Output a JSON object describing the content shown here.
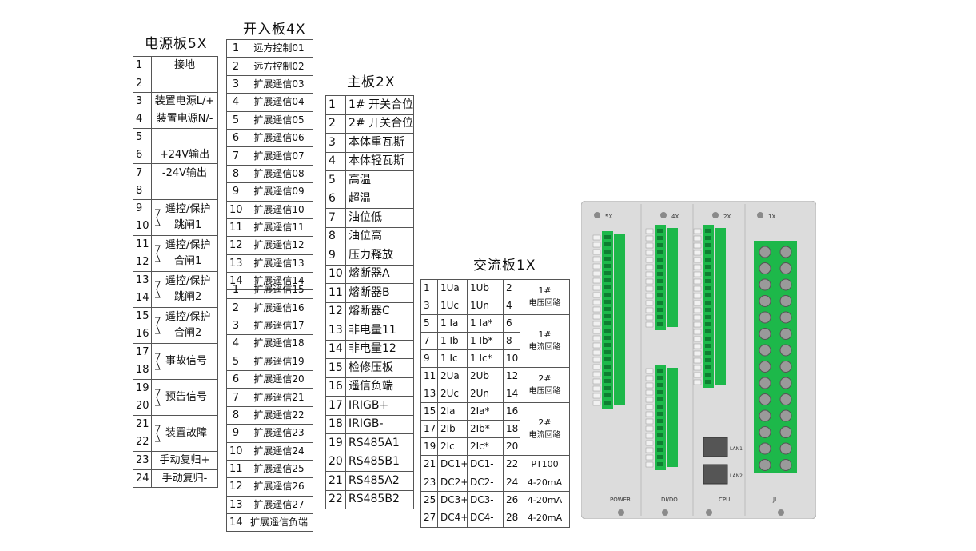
{
  "power_board": {
    "title": "电源板5X",
    "rows": [
      {
        "no": "1",
        "label": "接地"
      },
      {
        "no": "2",
        "label": ""
      },
      {
        "no": "3",
        "label": "装置电源L/+"
      },
      {
        "no": "4",
        "label": "装置电源N/-"
      },
      {
        "no": "5",
        "label": ""
      },
      {
        "no": "6",
        "label": "+24V输出"
      },
      {
        "no": "7",
        "label": "-24V输出"
      },
      {
        "no": "8",
        "label": ""
      }
    ],
    "pairs": [
      {
        "a": "9",
        "b": "10",
        "l1": "遥控/保护",
        "l2": "跳闸1"
      },
      {
        "a": "11",
        "b": "12",
        "l1": "遥控/保护",
        "l2": "合闸1"
      },
      {
        "a": "13",
        "b": "14",
        "l1": "遥控/保护",
        "l2": "跳闸2"
      },
      {
        "a": "15",
        "b": "16",
        "l1": "遥控/保护",
        "l2": "合闸2"
      },
      {
        "a": "17",
        "b": "18",
        "l1": "事故信号",
        "l2": ""
      },
      {
        "a": "19",
        "b": "20",
        "l1": "预告信号",
        "l2": ""
      },
      {
        "a": "21",
        "b": "22",
        "l1": "装置故障",
        "l2": ""
      }
    ],
    "tail": [
      {
        "no": "23",
        "label": "手动复归+"
      },
      {
        "no": "24",
        "label": "手动复归-"
      }
    ]
  },
  "input_board": {
    "title": "开入板4X",
    "group1": [
      {
        "no": "1",
        "label": "远方控制01"
      },
      {
        "no": "2",
        "label": "远方控制02"
      },
      {
        "no": "3",
        "label": "扩展遥信03"
      },
      {
        "no": "4",
        "label": "扩展遥信04"
      },
      {
        "no": "5",
        "label": "扩展遥信05"
      },
      {
        "no": "6",
        "label": "扩展遥信06"
      },
      {
        "no": "7",
        "label": "扩展遥信07"
      },
      {
        "no": "8",
        "label": "扩展遥信08"
      },
      {
        "no": "9",
        "label": "扩展遥信09"
      },
      {
        "no": "10",
        "label": "扩展遥信10"
      },
      {
        "no": "11",
        "label": "扩展遥信11"
      },
      {
        "no": "12",
        "label": "扩展遥信12"
      },
      {
        "no": "13",
        "label": "扩展遥信13"
      },
      {
        "no": "14",
        "label": "扩展遥信14"
      }
    ],
    "group2": [
      {
        "no": "1",
        "label": "扩展遥信15"
      },
      {
        "no": "2",
        "label": "扩展遥信16"
      },
      {
        "no": "3",
        "label": "扩展遥信17"
      },
      {
        "no": "4",
        "label": "扩展遥信18"
      },
      {
        "no": "5",
        "label": "扩展遥信19"
      },
      {
        "no": "6",
        "label": "扩展遥信20"
      },
      {
        "no": "7",
        "label": "扩展遥信21"
      },
      {
        "no": "8",
        "label": "扩展遥信22"
      },
      {
        "no": "9",
        "label": "扩展遥信23"
      },
      {
        "no": "10",
        "label": "扩展遥信24"
      },
      {
        "no": "11",
        "label": "扩展遥信25"
      },
      {
        "no": "12",
        "label": "扩展遥信26"
      },
      {
        "no": "13",
        "label": "扩展遥信27"
      },
      {
        "no": "14",
        "label": "扩展遥信负端"
      }
    ]
  },
  "main_board": {
    "title": "主板2X",
    "rows": [
      {
        "no": "1",
        "label": "1# 开关合位"
      },
      {
        "no": "2",
        "label": "2# 开关合位"
      },
      {
        "no": "3",
        "label": "本体重瓦斯"
      },
      {
        "no": "4",
        "label": "本体轻瓦斯"
      },
      {
        "no": "5",
        "label": "高温"
      },
      {
        "no": "6",
        "label": "超温"
      },
      {
        "no": "7",
        "label": "油位低"
      },
      {
        "no": "8",
        "label": "油位高"
      },
      {
        "no": "9",
        "label": "压力释放"
      },
      {
        "no": "10",
        "label": "熔断器A"
      },
      {
        "no": "11",
        "label": "熔断器B"
      },
      {
        "no": "12",
        "label": "熔断器C"
      },
      {
        "no": "13",
        "label": "非电量11"
      },
      {
        "no": "14",
        "label": "非电量12"
      },
      {
        "no": "15",
        "label": "检修压板"
      },
      {
        "no": "16",
        "label": "遥信负端"
      },
      {
        "no": "17",
        "label": "IRIGB+"
      },
      {
        "no": "18",
        "label": "IRIGB-"
      },
      {
        "no": "19",
        "label": "RS485A1"
      },
      {
        "no": "20",
        "label": "RS485B1"
      },
      {
        "no": "21",
        "label": "RS485A2"
      },
      {
        "no": "22",
        "label": "RS485B2"
      }
    ]
  },
  "ac_board": {
    "title": "交流板1X",
    "rows": [
      {
        "a": "1",
        "b": "1Ua",
        "c": "1Ub",
        "d": "2"
      },
      {
        "a": "3",
        "b": "1Uc",
        "c": "1Un",
        "d": "4"
      },
      {
        "a": "5",
        "b": "1 Ia",
        "c": "1 Ia*",
        "d": "6"
      },
      {
        "a": "7",
        "b": "1 Ib",
        "c": "1 Ib*",
        "d": "8"
      },
      {
        "a": "9",
        "b": "1 Ic",
        "c": "1 Ic*",
        "d": "10"
      },
      {
        "a": "11",
        "b": "2Ua",
        "c": "2Ub",
        "d": "12"
      },
      {
        "a": "13",
        "b": "2Uc",
        "c": "2Un",
        "d": "14"
      },
      {
        "a": "15",
        "b": "2Ia",
        "c": "2Ia*",
        "d": "16"
      },
      {
        "a": "17",
        "b": "2Ib",
        "c": "2Ib*",
        "d": "18"
      },
      {
        "a": "19",
        "b": "2Ic",
        "c": "2Ic*",
        "d": "20"
      },
      {
        "a": "21",
        "b": "DC1+",
        "c": "DC1-",
        "d": "22"
      },
      {
        "a": "23",
        "b": "DC2+",
        "c": "DC2-",
        "d": "24"
      },
      {
        "a": "25",
        "b": "DC3+",
        "c": "DC3-",
        "d": "26"
      },
      {
        "a": "27",
        "b": "DC4+",
        "c": "DC4-",
        "d": "28"
      }
    ],
    "groups": {
      "g1a": "1#",
      "g1b": "电压回路",
      "g2a": "1#",
      "g2b": "电流回路",
      "g3a": "2#",
      "g3b": "电压回路",
      "g4a": "2#",
      "g4b": "电流回路",
      "r11": "PT100",
      "r12": "4-20mA",
      "r13": "4-20mA",
      "r14": "4-20mA"
    }
  },
  "device": {
    "slots": [
      "5X",
      "4X",
      "2X",
      "1X"
    ],
    "bottom_labels": [
      "POWER",
      "DI/DO",
      "CPU",
      "JL"
    ],
    "lan_labels": [
      "LAN1",
      "LAN2"
    ],
    "colors": {
      "panel": "#dcdcdc",
      "terminal": "#1db84a",
      "screw": "#8a8a8a"
    }
  }
}
